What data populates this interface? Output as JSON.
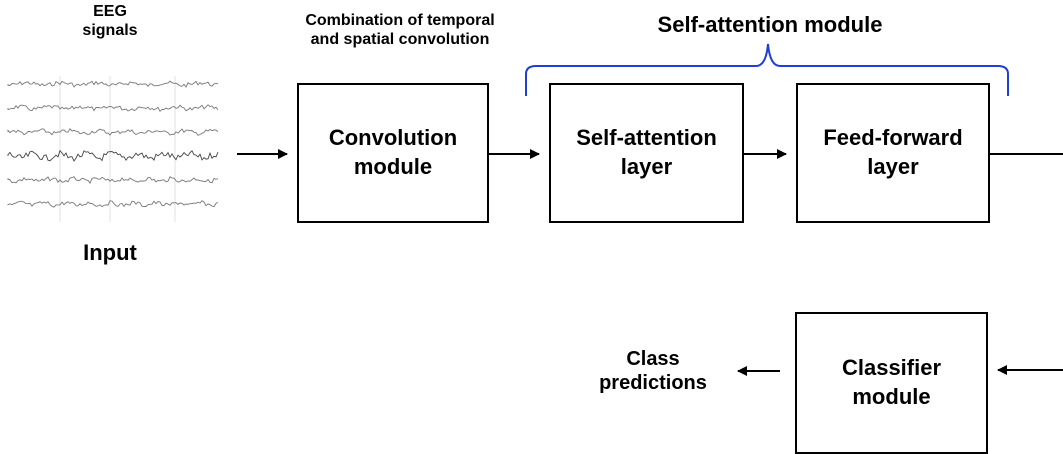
{
  "input": {
    "signals_label": "EEG\nsignals",
    "caption": "Input",
    "channel_count": 6
  },
  "conv": {
    "caption": "Combination of temporal\nand spatial convolution",
    "label": "Convolution\nmodule"
  },
  "attention_group": {
    "label": "Self-attention module",
    "bracket_color": "#1f3fd6"
  },
  "self_attention": {
    "label": "Self-attention\nlayer"
  },
  "feed_forward": {
    "label": "Feed-forward\nlayer"
  },
  "classifier": {
    "label": "Classifier\nmodule"
  },
  "output": {
    "label": "Class\npredictions"
  }
}
